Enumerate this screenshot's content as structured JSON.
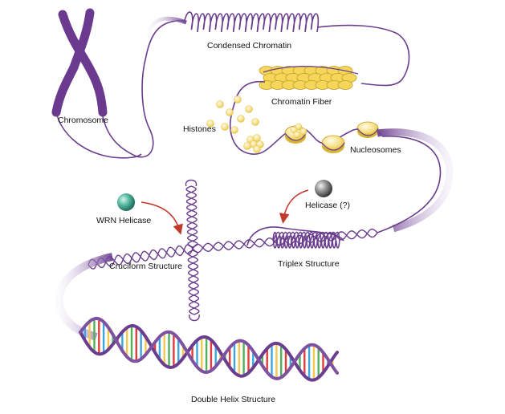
{
  "labels": {
    "chromosome": "Chromosome",
    "condensed_chromatin": "Condensed Chromatin",
    "chromatin_fiber": "Chromatin Fiber",
    "histones": "Histones",
    "nucleosomes": "Nucleosomes",
    "wrn_helicase": "WRN Helicase",
    "helicase_unknown": "Helicase (?)",
    "cruciform_structure": "Cruciform Structure",
    "triplex_structure": "Triplex Structure",
    "double_helix_structure": "Double Helix Structure"
  },
  "colors": {
    "dna_purple": "#6a3d8e",
    "chromosome_purple": "#6b3a8f",
    "histone_yellow": "#f3d65a",
    "histone_light": "#f8eaa0",
    "arrow_red": "#c0392b",
    "wrn_sphere": "#3fa68f",
    "helicase_sphere": "#8a8a8a",
    "base_pair_colors": [
      "#e23b3b",
      "#3da5dd",
      "#f2c94c",
      "#52b05a"
    ]
  }
}
